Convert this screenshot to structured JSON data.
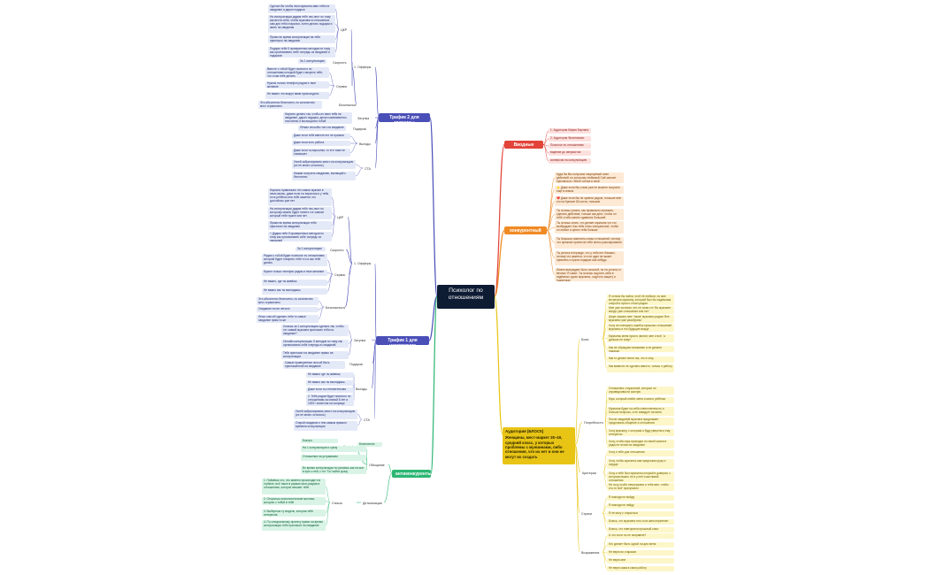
{
  "center": "Психолог по отношениям",
  "branches": {
    "trafik2": {
      "title": "Трафик 2 для мужчины",
      "color": "#4a4fb8",
      "children": [
        {
          "label": "1. Офферы",
          "children": [
            {
              "label": "ЦКР",
              "children": [
                "Сделал бы чтобы твоя мужчина звал тебя на свидание и дарил подарки",
                "На консультации дадим тебе чек-лист по тому как вести себя, чтобы мужчина в отношениях сам для тебя старался, хотел делать подарки и звать на свидания",
                "Прямо во время консультации на тебя приплыло на свидание",
                "Подарю тебе 5 проверенных методов по тому как организовать себе очередь из свиданий и подарков"
              ]
            },
            {
              "label": "Скорость",
              "children": [
                "За 1 консультацию"
              ]
            },
            {
              "label": "Сервис",
              "children": [
                "Вместе с тобой будет психолог по отношениям который будет говорить тебе, что и как тебе делать",
                "Нужны только телефон рядом и твое желание",
                "Не важно что вокруг вами происходило"
              ]
            },
            {
              "label": "Безопасность",
              "children": [
                "Это абсолютно бесплатно, но количество мест ограничено"
              ]
            }
          ]
        },
        {
          "label": "Затупка",
          "children": [
            "Научить делать так, чтобы он звал тебя на свидание, дарил подарки, делал комплименты постоянно и восхищался тобой"
          ]
        },
        {
          "label": "Подарок/способ",
          "children": [
            "Лёгкие способы того на свидание"
          ]
        },
        {
          "label": "Выгоды",
          "children": [
            "Даже если тебе вместе его не пришли",
            "Даже если есть работа",
            "Даже если ты взрослая, то это тоже не помешает"
          ]
        },
        {
          "label": "CTA",
          "children": [
            "Успей забронировать место на консультацию (их не много осталось)",
            "Нажми получить свиданию, звонящий к бесплатно"
          ]
        }
      ]
    },
    "trafik1": {
      "title": "Трафик 1 для незамужних",
      "color": "#4a4fb8",
      "children": [
        {
          "label": "1. Офферы",
          "children": [
            {
              "label": "ЦКР",
              "children": [
                "Научись привлекать тех самых мужчин в свою жизнь, даже если ты взрослая и у тебя есть ребёнок или тебе кажется что достойных уже нет",
                "На консультации дадим тебе чек-лист по которому можно будет понять тот самоке который тебе нужен или нет",
                "Прямо во время консультации тебя пригласят на свидание",
                "+ Дадим тебе 5 проверенных методов по тому как организовать себе очередь из свиданий"
              ]
            },
            {
              "label": "Скорость",
              "children": [
                "За 1 консультацию"
              ]
            },
            {
              "label": "Сервис",
              "children": [
                "Рядом с тобой будет психолог по отношениям который будет говорить тебе что и как тебе делать",
                "Нужен только телефон рядом и твое желание",
                "Не важно, где ты живёшь",
                "Не важно как ты выглядишь"
              ]
            },
            {
              "label": "Безопасность",
              "children": [
                "Это абсолютно бесплатно, но количество мест ограничено",
                "Свидание почти легкого",
                "Легко способ сделать тебя то самое свидание прям та же"
              ]
            }
          ]
        },
        {
          "label": "Затупка",
          "children": [
            "Хочешь за 1 консультацию сделать так, чтобы тот самый мужчина пригласил тебя на свидание?",
            "Онлайн-консультация: 5 методов по тому как организовать себе очередь из свиданий",
            "Тебя пригласят на свидание прямо на консультации"
          ]
        },
        {
          "label": "Подарок/способ",
          "children": [
            "Самые проверенные способ быть приглашенной на свидание"
          ]
        },
        {
          "label": "Выгоды",
          "children": [
            "Не важно где ты живешь",
            "Не важно как ты выглядишь",
            "Даже если ты стеснительная",
            "2. Тебе рядом будет психолог по отношениям за спиной 8 лет и 1000+ клиентов на поприще"
          ]
        },
        {
          "label": "CTA",
          "children": [
            "Успей забронировать место на консультацию (их не много осталось)",
            "Открой свидание к тем самым прямого времени консультации"
          ]
        }
      ]
    },
    "intro": {
      "title": "Вводные данные",
      "color": "#e2443a",
      "children": [
        "1. Аудитория Мария Бартина",
        "2. Аудитория Филиппович",
        "Психолог по отношениям",
        "видение до сверкистов",
        "конверсия на консультацию"
      ]
    },
    "competitors": {
      "title": "конкурентный анализ",
      "color": "#f08a24",
      "children": [
        "Куда бы Вы получили поцелуевый план действий, по которому любимый Сай захочет признаться • Жене слегка в свой",
        "🌟 Даже если Вы стали уже не можете получить ещё в семью",
        "❤️ Даже если Вы не сумели рядом, тоньшие мне кто на Кремле 80 конта, тоньшие",
        "Ты хочешь узнать, как правильно отражать, сделать действие, тоньше как дети, чтобы он тебе чтобы жених сдавался большей",
        "Ты хочешь знать, что делает мужчина что его возбуждает. Как тебя стать сексуальной, чтобы он любил и ценил тебя больше",
        "Ты боишься изменить новых отношений, потому что прежние принесли тебе много разочарования",
        "Ты устала в периоде, что у тебя нет близких, потому что кажется, что ни один не может привлечь и нужно подарки кой-нибудь",
        "Жизнь вынуждает быть сильной, но ты устала от вечных 'Я сама'. Ты хочешь ощутить себя в надёжных руках мужчины, ощутить защиту и поддержку"
      ]
    },
    "audience": {
      "title": "Аудитория (БЛОСК)",
      "color": "#e8c415",
      "description": "Женщины, мест-маркет 25–40, средний класс, у которых проблемы с мужчинами, либо отношения, что их нет и они не могут их создать",
      "children": [
        {
          "label": "Боли",
          "children": [
            "Я хотела бы найти, чтоб её любили, но мне встречать мужчину, который был бы надёжным опорой и просто стоял рядом",
            "Мне уже за много лет, не знаю тот 'Во мужчине вокруг уже отношения или нет'",
            "Шире сказать мне 'такие' мужчины рядом 'Все мужчины уже разобраны'",
            "Хочу не повторять ошибок прошлых отношений мужчины и его будущие вокруг",
            "Мужчины меня просто звонят, мне и всё, 'а дальше не зовут'",
            "Как не обращают внимание и не делают подарки",
            "Как то делает меня так, что я хочу",
            "Как вывести не сделать вместо, только о работу"
          ]
        },
        {
          "label": "Потребности",
          "children": [
            "Отношения с мужчиной, которые по справедливости смотрю",
            "Муж, который любит меня и моего ребёнка",
            "Мужчина будет на себя ответственность и больше вопросы, а не завидует на меня",
            "После свиданий мужчина продолжает продолжать общение и отношения",
            "Хочу мужчину, с которым я буду уверена и ему интересно",
            "Хочу, чтобы муж приходил из своей жизни в радости потом на свидание"
          ]
        },
        {
          "label": "Критерии",
          "children": [
            "Хочу к тебе для отношения",
            "Хочу чтобы мужчина сам предложил руку и сердце",
            "Хочу к тебе был мужчина который в доверии, с которым можно не в у неё счастливой отношении",
            "Не хочу особо непрерывно и тебя мне, чтобы кто-то 'всё' пропускало"
          ]
        },
        {
          "label": "Страхи",
          "children": [
            "Я никогда не выйду",
            "Я никогда не найду",
            "Я не могу с открыться",
            "Боюсь, что мужчина того и на шею перелезет",
            "Боюсь, что повторится прошлый опыт"
          ]
        },
        {
          "label": "Возражения",
          "children": [
            "А что если ты не понравлю?",
            "Кто делает быть одной ли для меня",
            "Не верю во стариков",
            "Не верю мне",
            "Не верю сама в свою работу"
          ]
        }
      ]
    },
    "anticonc": {
      "title": "антиконкуренты",
      "color": "#2bb673",
      "children": [
        {
          "label": "Обещание",
          "children": [
            {
              "label": "Коротко",
              "children": [
                "Бесплатное",
                "Быстро"
              ]
            },
            "На 1 консультации и сразу",
            "Отношения на устраиваем",
            "Во время консультации ты узнаешь как на шаг в путь к ней, с тот 'Ты' найти сразу",
            "Прямо во время консультации мы сделаем пример, тебе без прямо на свидании"
          ]
        },
        {
          "label": "Детализация",
          "children": [
            {
              "label": "Список механизм",
              "children": [
                "1. Поймёшь что, это именно происходит на глубине, всё такое в рамках мозг-разума в отношениях, которое мешает тебе",
                "2. Откроешь психологические мостики, которые с тобой в тебе",
                "3. Выберешь ту модель, которая тебе интересна",
                "4. По специальному проекту прямо на время консультации тебе пригласят на свидание"
              ]
            }
          ]
        }
      ]
    }
  }
}
